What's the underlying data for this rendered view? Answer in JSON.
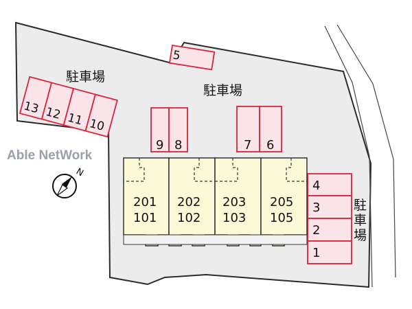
{
  "watermark": "Able NetWork",
  "parking_labels": {
    "left": "駐車場",
    "center": "駐車場",
    "right_vertical": [
      "駐",
      "車",
      "場"
    ]
  },
  "compass": {
    "label": "N"
  },
  "parking_spaces": [
    "13",
    "12",
    "11",
    "10",
    "5",
    "9",
    "8",
    "7",
    "6",
    "4",
    "3",
    "2",
    "1"
  ],
  "units": [
    {
      "upper": "201",
      "lower": "101"
    },
    {
      "upper": "202",
      "lower": "102"
    },
    {
      "upper": "203",
      "lower": "103"
    },
    {
      "upper": "205",
      "lower": "105"
    }
  ],
  "colors": {
    "lot_fill": "#ececec",
    "lot_stroke": "#2a2a2a",
    "space_fill": "#fbe3ea",
    "space_stroke": "#d9243a",
    "unit_fill": "#fcfad6",
    "unit_stroke": "#333333"
  }
}
